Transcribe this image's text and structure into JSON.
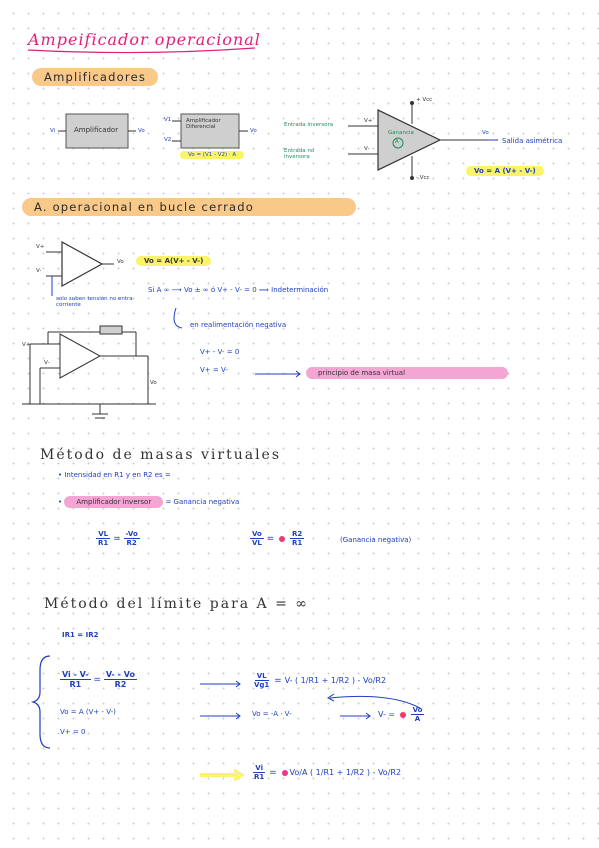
{
  "title": "Ampeificador operacional",
  "sec1": {
    "label": "Amplificadores",
    "box1": {
      "label": "Amplificador",
      "in": "Vi",
      "out": "Vo"
    },
    "box2": {
      "label": "Amplificador Diferencial",
      "in1": "V1",
      "in2": "V2",
      "out": "Vo",
      "formula": "Vo = (V1 - V2) · A"
    },
    "opamp": {
      "label": "Ganancia",
      "gain": "A",
      "vplus": "V+",
      "vminus": "V-",
      "supply_pos": "+ Vcc",
      "supply_neg": "- Vcc",
      "in_inv": "Entrada inversora",
      "in_noninv": "Entrada no inversora",
      "out": "Vo",
      "out_label": "Salida asimétrica",
      "formula": "Vo = A (V+ - V-)"
    }
  },
  "sec2": {
    "label": "A. operacional en bucle cerrado",
    "vplus": "V+",
    "vminus": "V-",
    "vo": "Vo",
    "formula": "Vo = A(V+ - V-)",
    "note": "solo suben tensión no entra corriente",
    "cond": "Si A ∞  ⟶  Vo ± ∞   ó   V+ - V- = 0  ⟹  Indeterminación",
    "feedback": "en realimentación negativa",
    "eq1": "V+ - V- = 0",
    "eq2": "V+ = V-",
    "principle": "principio de masa virtual",
    "circuit_vplus": "V+",
    "circuit_vminus": "V-",
    "circuit_vo": "Vo"
  },
  "sec3": {
    "heading": "Método de masas virtuales",
    "bullet1": "Intensidad en R1 y en R2 es =",
    "bullet2_hl": "Amplificador inversor",
    "bullet2_rest": "= Ganancia negativa",
    "f1_n1": "VL",
    "f1_d1": "R1",
    "f1_n2": "-Vo",
    "f1_d2": "R2",
    "f2_n1": "Vo",
    "f2_d1": "VL",
    "f2_n2": "R2",
    "f2_d2": "R1",
    "note": "(Ganancia negativa)"
  },
  "sec4": {
    "heading": "Método del límite para A = ∞",
    "i_eq": "IR1 = IR2",
    "s1_n1": "Vi - V-",
    "s1_d1": "R1",
    "s1_n2": "V- - Vo",
    "s1_d2": "R2",
    "s1_res": "V- ( 1/R1 + 1/R2 ) - Vo/R2",
    "s1_rn": "VL",
    "s1_rd": "Vg1",
    "s2_left": "Vo = A (V+ - V-)",
    "s2_mid": "Vo = -A · V-",
    "s2_right": "V- = ",
    "s2_rn": "Vo",
    "s2_rd": "A",
    "s3": "V+ = 0",
    "final_n": "Vi",
    "final_d": "R1",
    "final_rest": "Vo/A ( 1/R1 + 1/R2 ) - Vo/R2"
  },
  "colors": {
    "pink": "#e0207a",
    "blue": "#1f3fbf",
    "orange_hl": "#f9c98a",
    "yellow_hl": "#fbf46a",
    "pink_hl": "#f3a5d4"
  }
}
